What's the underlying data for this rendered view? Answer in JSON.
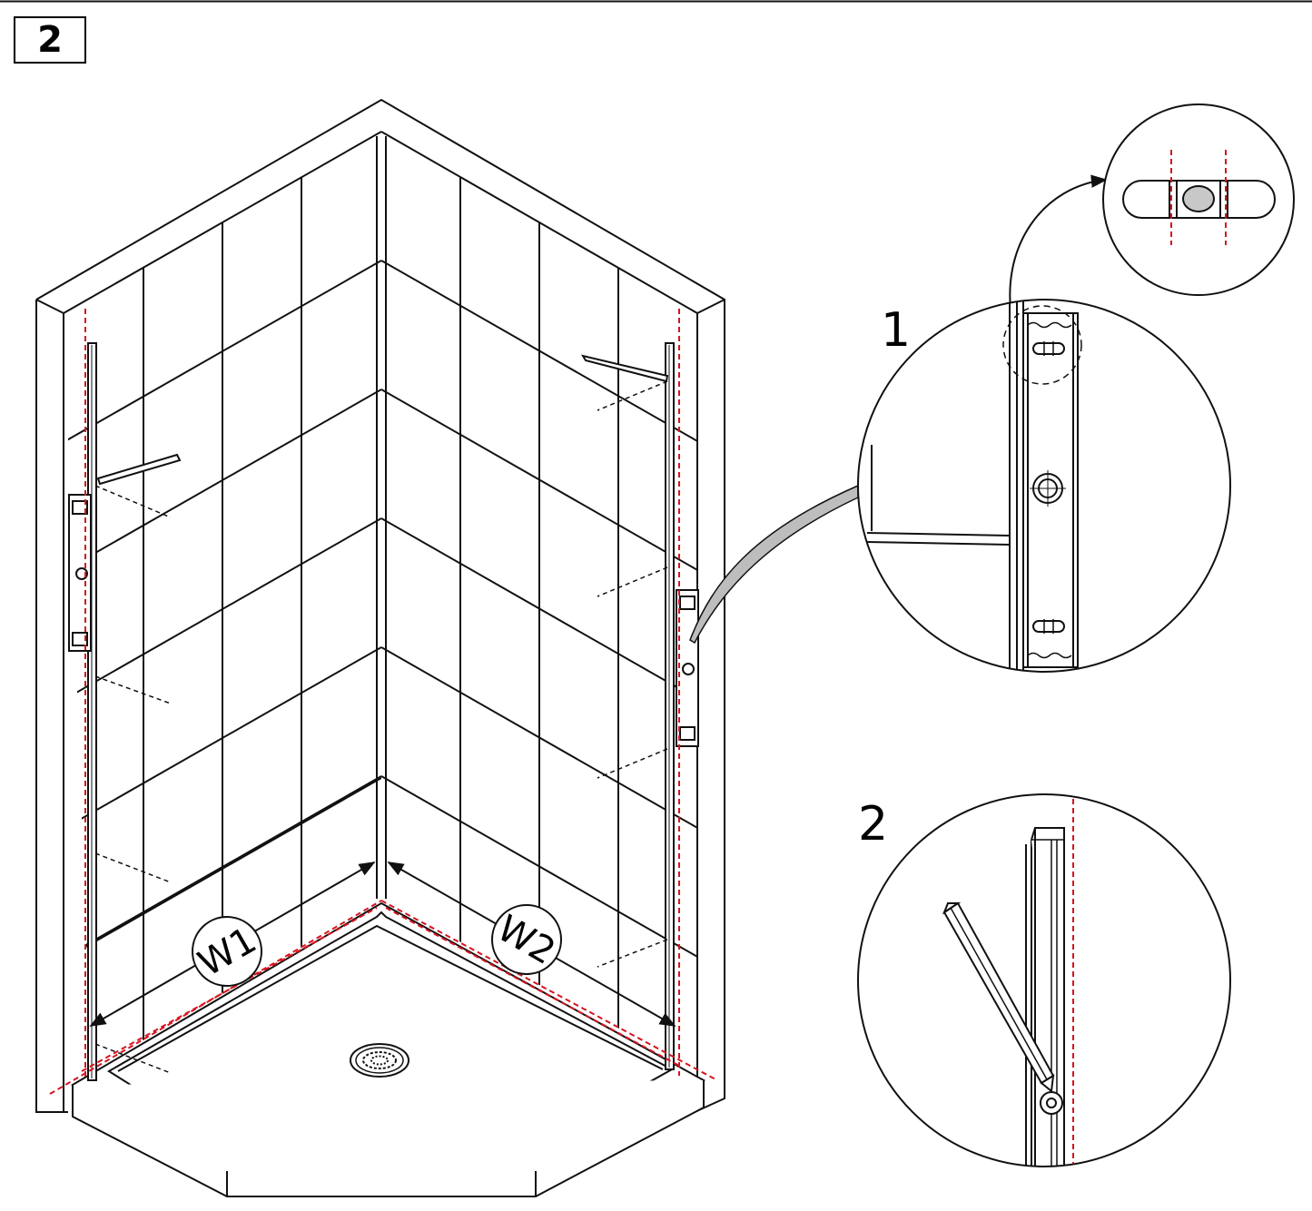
{
  "step": {
    "number": "2"
  },
  "details": [
    {
      "number": "1",
      "subject": "level-bubble-check"
    },
    {
      "number": "2",
      "subject": "pencil-marking-along-wall-jamb"
    }
  ],
  "measurements": {
    "w1": "W1",
    "w2": "W2"
  },
  "colors": {
    "line": "#111111",
    "guide": "#d6141f",
    "bubble": "#c8c8c8",
    "background": "#ffffff"
  },
  "icons": [
    "spirit-level-icon",
    "pencil-icon",
    "drain-icon",
    "wall-jamb-icon",
    "level-bubble-icon"
  ]
}
